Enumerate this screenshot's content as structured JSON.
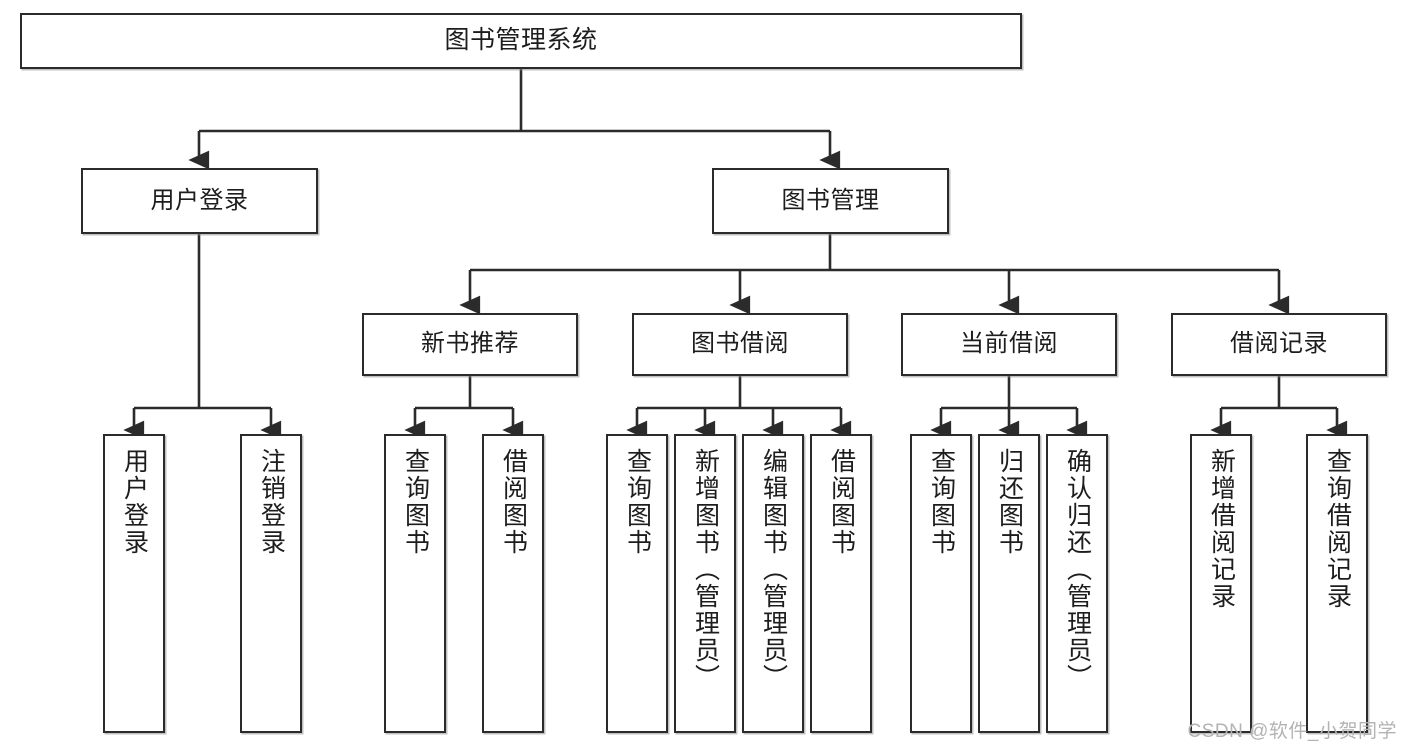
{
  "diagram": {
    "title": "图书管理系统",
    "type": "tree-hierarchy-chart",
    "stroke_color": "#2b2b2b",
    "fill_color": "#ffffff",
    "text_color": "#1d1d1d"
  },
  "root": {
    "label": "图书管理系统"
  },
  "level2": [
    {
      "label": "用户登录"
    },
    {
      "label": "图书管理"
    }
  ],
  "level3": [
    {
      "label": "新书推荐"
    },
    {
      "label": "图书借阅"
    },
    {
      "label": "当前借阅"
    },
    {
      "label": "借阅记录"
    }
  ],
  "leaves": {
    "user_login": [
      {
        "label": "用户登录"
      },
      {
        "label": "注销登录"
      }
    ],
    "new_book_recommend": [
      {
        "label": "查询图书"
      },
      {
        "label": "借阅图书"
      }
    ],
    "book_borrow": [
      {
        "label": "查询图书"
      },
      {
        "label": "新增图书（管理员）"
      },
      {
        "label": "编辑图书（管理员）"
      },
      {
        "label": "借阅图书"
      }
    ],
    "current_borrow": [
      {
        "label": "查询图书"
      },
      {
        "label": "归还图书"
      },
      {
        "label": "确认归还（管理员）"
      }
    ],
    "borrow_record": [
      {
        "label": "新增借阅记录"
      },
      {
        "label": "查询借阅记录"
      }
    ]
  },
  "watermark": {
    "text": "CSDN @软件_小贺同学"
  }
}
